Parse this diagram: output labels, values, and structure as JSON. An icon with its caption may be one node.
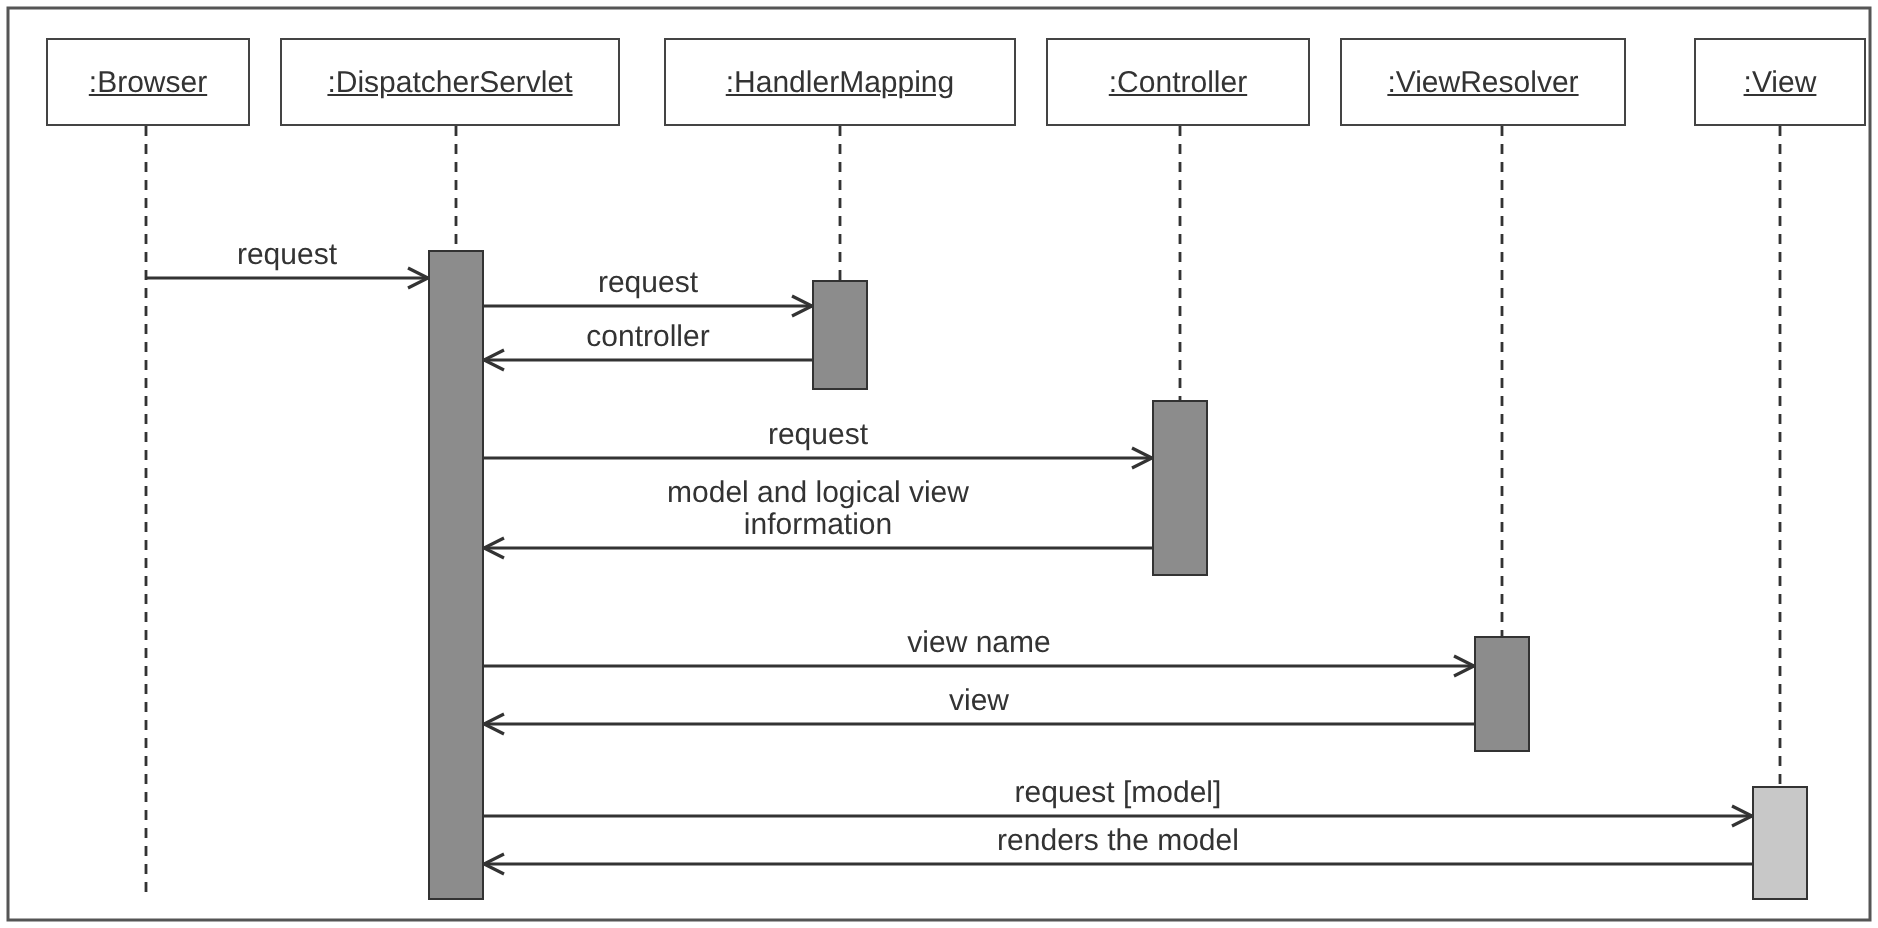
{
  "diagram": {
    "nodes": [
      {
        "text": [
          ":Browser"
        ]
      },
      {
        "text": [
          ":DispatcherServlet"
        ]
      },
      {
        "text": [
          ":HandlerMapping"
        ]
      },
      {
        "text": [
          ":Controller"
        ]
      },
      {
        "text": [
          ":ViewResolver"
        ]
      },
      {
        "text": [
          ":View"
        ]
      },
      {
        "text": [],
        "shape": "bar"
      },
      {
        "text": [],
        "shape": "bar"
      },
      {
        "text": [],
        "shape": "bar"
      },
      {
        "text": [],
        "shape": "bar"
      },
      {
        "text": [],
        "shape": "bar"
      }
    ],
    "edges": [
      {
        "from": 0,
        "to": null,
        "arrow": "none",
        "style": "dashed"
      },
      {
        "from": 1,
        "to": 6,
        "arrow": "none",
        "style": "dashed"
      },
      {
        "from": 2,
        "to": 7,
        "arrow": "none",
        "style": "dashed"
      },
      {
        "from": 3,
        "to": 8,
        "arrow": "none",
        "style": "dashed"
      },
      {
        "from": 4,
        "to": 9,
        "arrow": "none",
        "style": "dashed"
      },
      {
        "from": 5,
        "to": 10,
        "arrow": "none",
        "style": "dashed"
      },
      {
        "from": null,
        "to": 6,
        "arrow": "to",
        "label": "request"
      },
      {
        "from": 6,
        "to": 7,
        "arrow": "to",
        "label": "request"
      },
      {
        "from": 7,
        "to": 6,
        "arrow": "to",
        "label": "controller"
      },
      {
        "from": 6,
        "to": 8,
        "arrow": "to",
        "label": "request"
      },
      {
        "from": 8,
        "to": 6,
        "arrow": "to",
        "label": "model and logical view information"
      },
      {
        "from": 6,
        "to": 9,
        "arrow": "to",
        "label": "view name"
      },
      {
        "from": 9,
        "to": 6,
        "arrow": "to",
        "label": "view"
      },
      {
        "from": 6,
        "to": 10,
        "arrow": "to",
        "label": "request [model]"
      },
      {
        "from": 10,
        "to": 6,
        "arrow": "to",
        "label": "renders the model"
      }
    ]
  }
}
